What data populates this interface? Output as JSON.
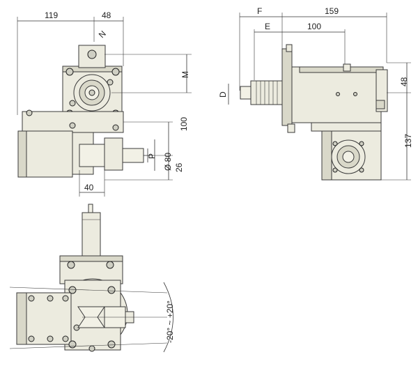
{
  "dimensions": {
    "top_left_width": "119",
    "top_right_width": "48",
    "label_n": "N",
    "label_m": "M",
    "height_100": "100",
    "dia_80": "Ø 80",
    "label_p": "P",
    "height_26": "26",
    "width_40": "40",
    "label_f": "F",
    "width_159": "159",
    "label_e": "E",
    "width_100": "100",
    "label_d": "D",
    "height_48": "48",
    "height_137": "137",
    "angle_range": "-20° ~ +20°"
  },
  "colors": {
    "body": "#ecebdf",
    "outline": "#3a3a3a"
  }
}
